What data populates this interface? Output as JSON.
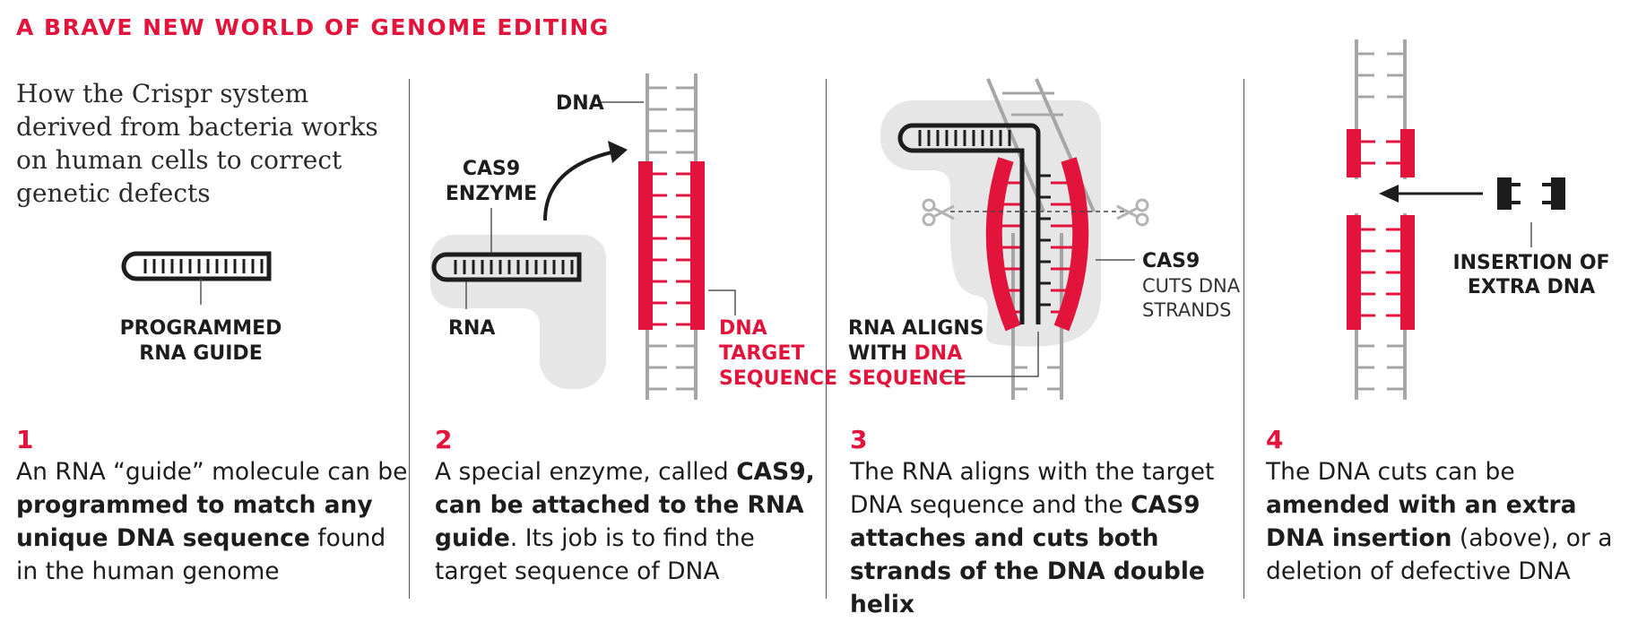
{
  "title": "A BRAVE NEW WORLD OF GENOME EDITING",
  "intro": "How the Crispr system derived from bacteria works on human cells to correct genetic defects",
  "colors": {
    "accent": "#e3143c",
    "dna": "#a6a6a6",
    "rna": "#1d1d1d",
    "shadow": "#e6e6e7"
  },
  "panel1": {
    "label_line1": "PROGRAMMED",
    "label_line2": "RNA GUIDE"
  },
  "panel2": {
    "dna": "DNA",
    "cas9_line1": "CAS9",
    "cas9_line2": "ENZYME",
    "rna": "RNA",
    "target_line1": "DNA",
    "target_line2": "TARGET",
    "target_line3": "SEQUENCE"
  },
  "panel3": {
    "cas9": "CAS9",
    "cuts_line1": "CUTS DNA",
    "cuts_line2": "STRANDS",
    "aligns_line1": "RNA ALIGNS",
    "aligns_line2a": "WITH ",
    "aligns_line2b": "DNA",
    "aligns_line3": "SEQUENCE"
  },
  "panel4": {
    "insert_line1": "INSERTION OF",
    "insert_line2": "EXTRA DNA"
  },
  "steps": [
    {
      "number": "1",
      "parts": [
        "An RNA “guide” molecule can be ",
        "programmed to match any unique DNA sequence",
        " found in the human genome"
      ]
    },
    {
      "number": "2",
      "parts": [
        "A special enzyme, called ",
        "CAS9, can be attached to the RNA guide",
        ". Its job is to find the target sequence of DNA"
      ]
    },
    {
      "number": "3",
      "parts": [
        "The RNA aligns with the target DNA sequence and the ",
        "CAS9 attaches and cuts both strands of the DNA double helix",
        ""
      ]
    },
    {
      "number": "4",
      "parts": [
        "The DNA cuts can be ",
        "amended with an extra DNA insertion",
        " (above), or a deletion of defective DNA"
      ]
    }
  ]
}
